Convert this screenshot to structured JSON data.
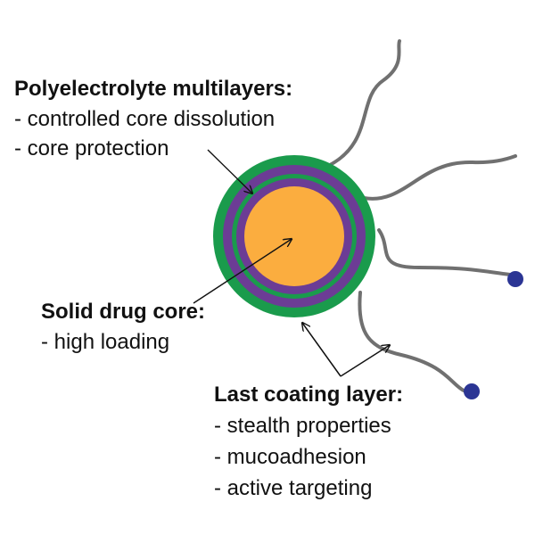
{
  "colors": {
    "outer_coating": "#1a9b4c",
    "polyelectrolyte_layer": "#6c3c95",
    "core": "#fbad3f",
    "polymer_chain": "#707070",
    "ligand_dot": "#2b3594",
    "text": "#111111"
  },
  "labels": {
    "multilayers": {
      "title": "Polyelectrolyte multilayers:",
      "items": [
        "- controlled core dissolution",
        "- core protection"
      ]
    },
    "core": {
      "title": "Solid drug core:",
      "items": [
        "- high loading"
      ]
    },
    "coating": {
      "title": "Last coating layer:",
      "items": [
        "- stealth properties",
        "- mucoadhesion",
        "- active targeting"
      ]
    }
  }
}
